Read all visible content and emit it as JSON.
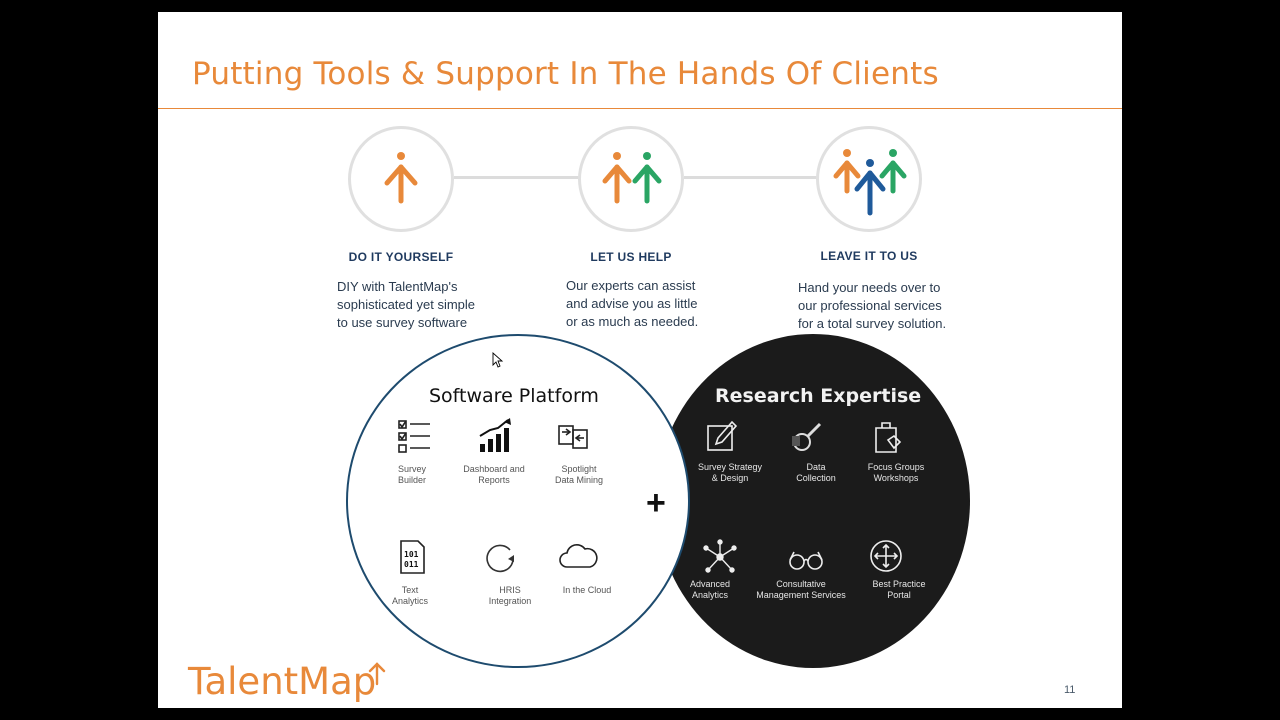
{
  "slide": {
    "title": "Putting Tools & Support In The Hands Of Clients",
    "page_number": "11",
    "logo_text": "TalentMap",
    "colors": {
      "accent_orange": "#e8893a",
      "green": "#2aa564",
      "navy": "#1f5a9a",
      "dark_circle": "#1b1b1b"
    }
  },
  "steps": [
    {
      "heading": "DO IT YOURSELF",
      "description": "DIY with TalentMap's\nsophisticated yet simple\nto use survey software",
      "icon": "single-person-arrow-icon"
    },
    {
      "heading": "LET US HELP",
      "description": "Our experts can assist\nand advise you as little\nor as much as needed.",
      "icon": "two-people-arrow-icon"
    },
    {
      "heading": "LEAVE IT TO US",
      "description": "Hand your needs over to\nour professional services\nfor a total survey solution.",
      "icon": "three-people-arrow-icon"
    }
  ],
  "software_platform": {
    "title": "Software Platform",
    "features": [
      {
        "label": "Survey\nBuilder",
        "icon": "checklist-icon"
      },
      {
        "label": "Dashboard and\nReports",
        "icon": "bar-chart-icon"
      },
      {
        "label": "Spotlight\nData Mining",
        "icon": "data-exchange-icon"
      },
      {
        "label": "Text\nAnalytics",
        "icon": "binary-file-icon"
      },
      {
        "label": "HRIS\nIntegration",
        "icon": "refresh-icon"
      },
      {
        "label": "In the Cloud",
        "icon": "cloud-icon"
      }
    ]
  },
  "research_expertise": {
    "title": "Research Expertise",
    "features": [
      {
        "label": "Survey Strategy\n& Design",
        "icon": "edit-pencil-icon"
      },
      {
        "label": "Data\nCollection",
        "icon": "magnifier-icon"
      },
      {
        "label": "Focus Groups\nWorkshops",
        "icon": "clipboard-hand-icon"
      },
      {
        "label": "Advanced\nAnalytics",
        "icon": "network-icon"
      },
      {
        "label": "Consultative\nManagement Services",
        "icon": "glasses-icon"
      },
      {
        "label": "Best Practice\nPortal",
        "icon": "move-arrows-icon"
      }
    ]
  },
  "plus_symbol": "+"
}
